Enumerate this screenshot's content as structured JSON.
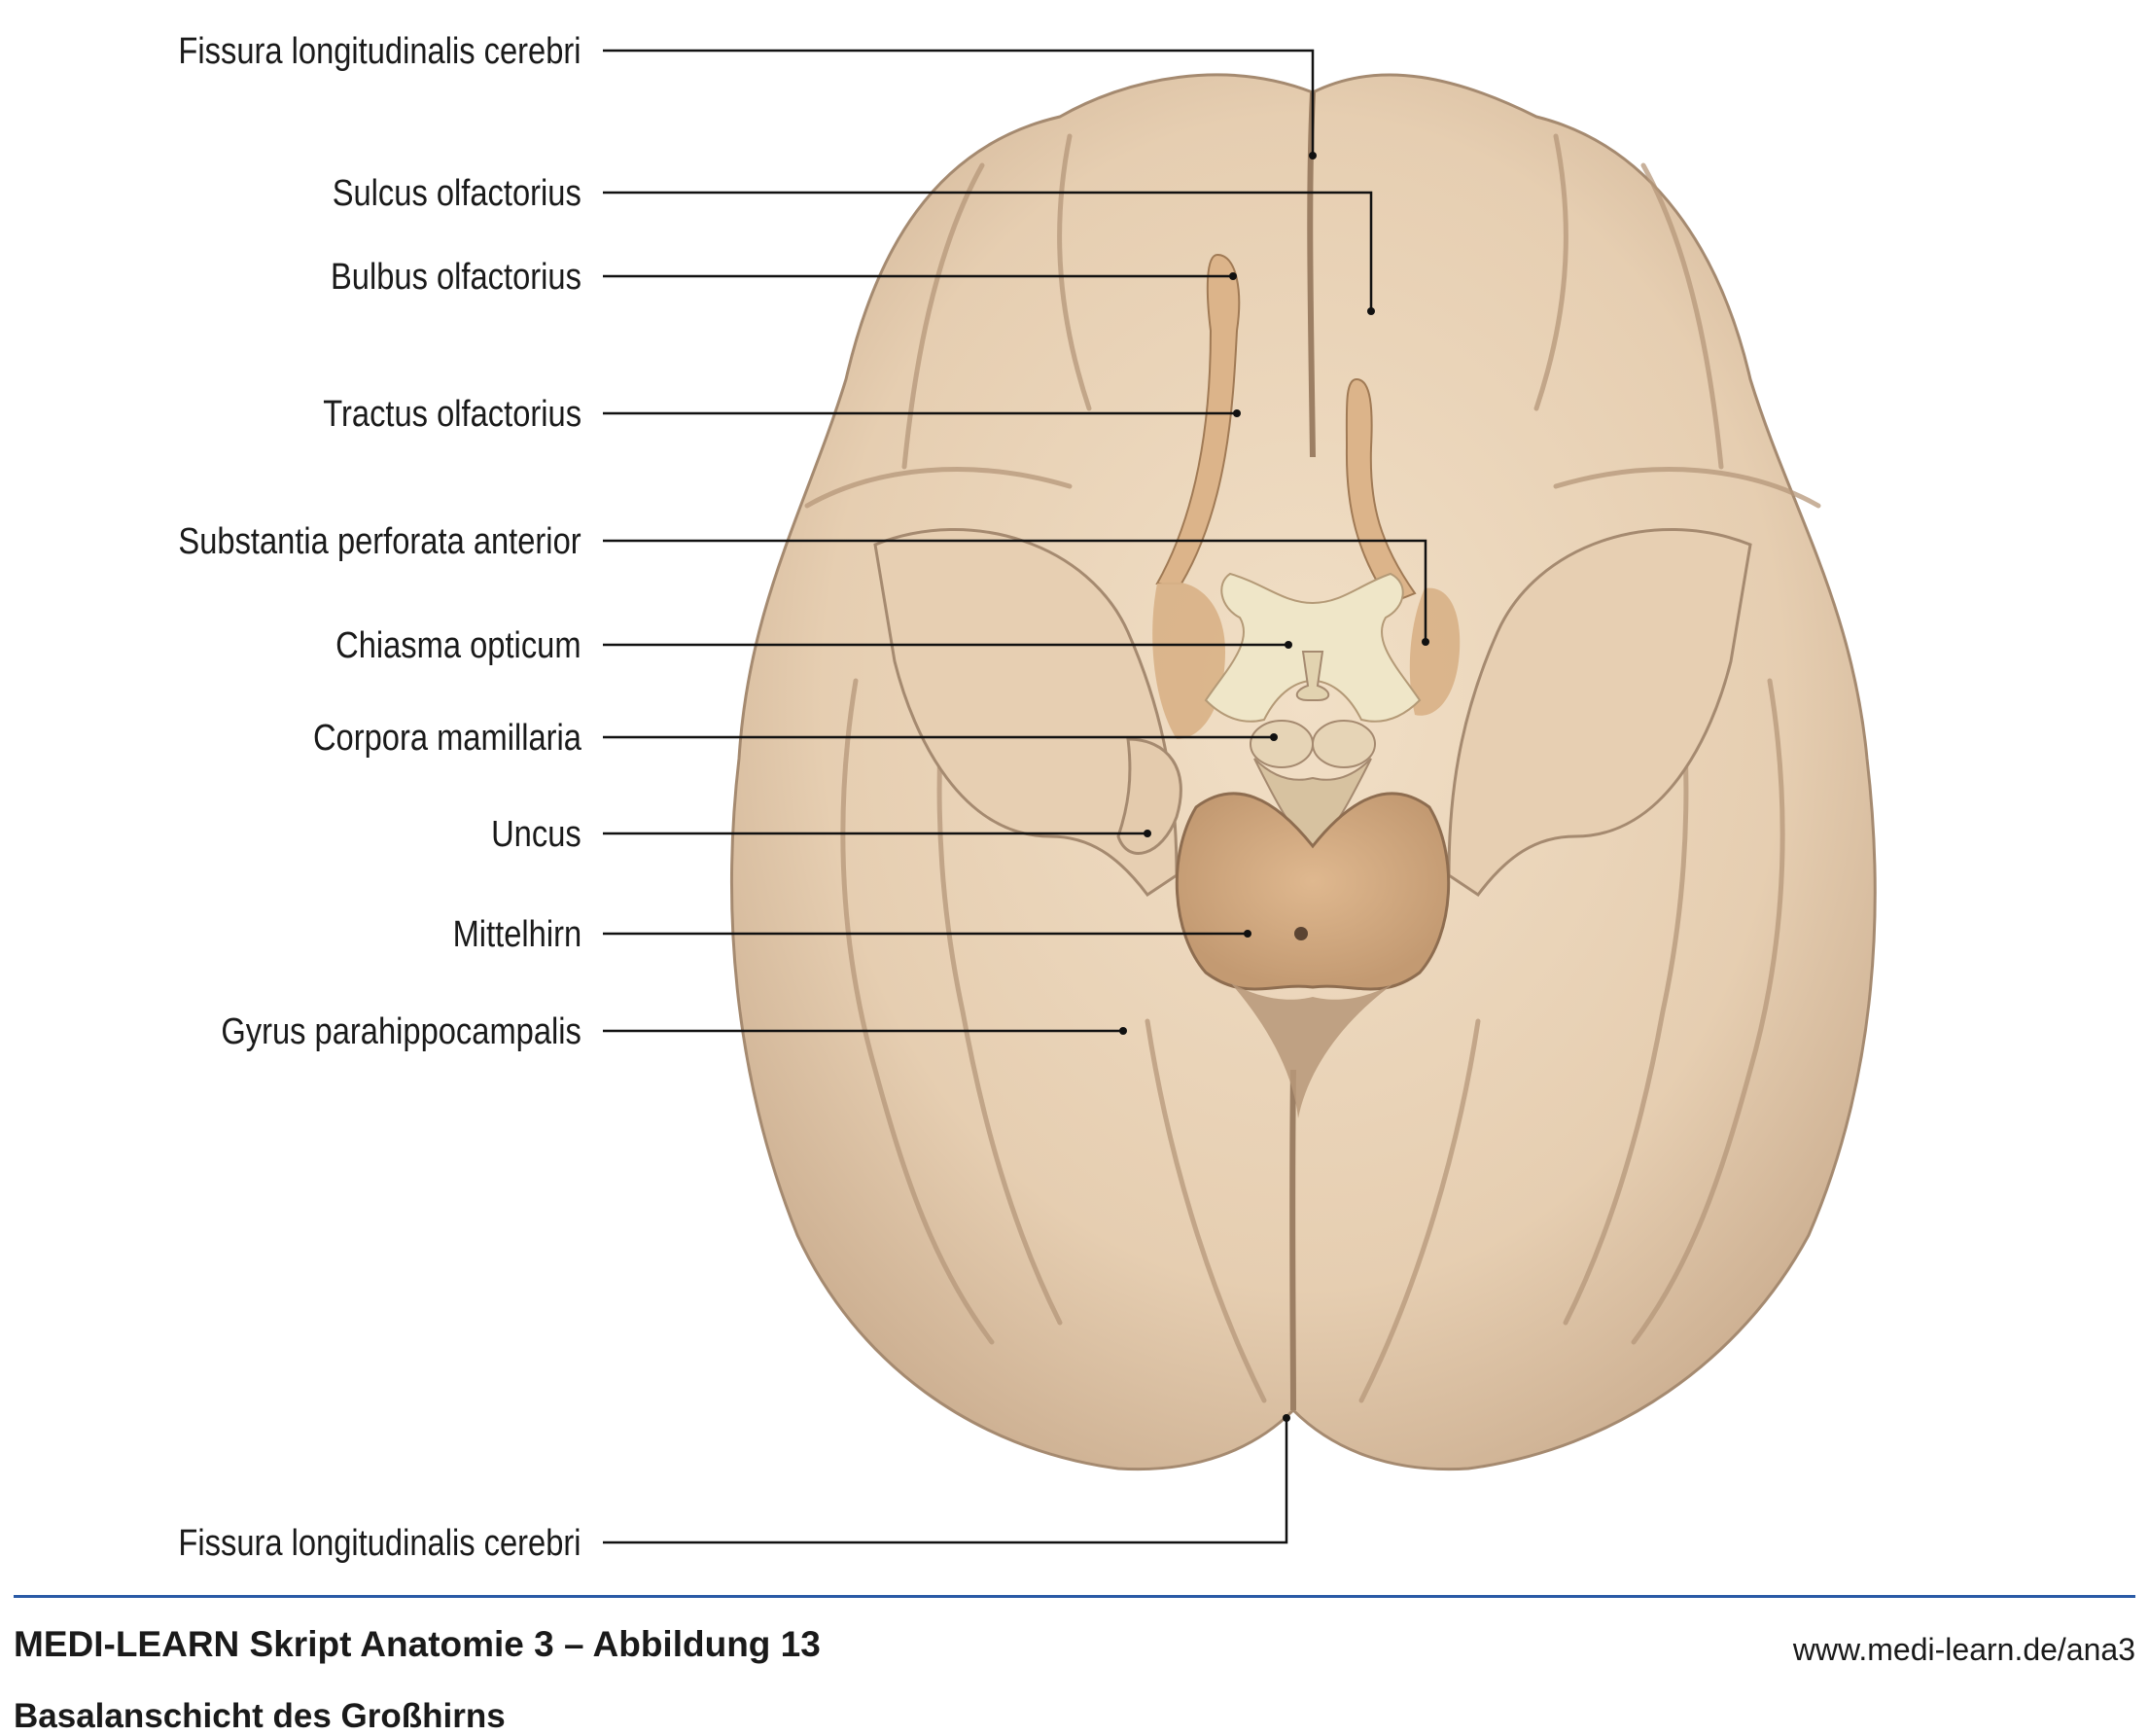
{
  "labels": [
    {
      "id": "fissura-top",
      "text": "Fissura longitudinalis cerebri"
    },
    {
      "id": "sulcus-olfactorius",
      "text": "Sulcus olfactorius"
    },
    {
      "id": "bulbus-olfactorius",
      "text": "Bulbus olfactorius"
    },
    {
      "id": "tractus-olfactorius",
      "text": "Tractus olfactorius"
    },
    {
      "id": "substantia-perforata",
      "text": "Substantia perforata anterior"
    },
    {
      "id": "chiasma-opticum",
      "text": "Chiasma opticum"
    },
    {
      "id": "corpora-mamillaria",
      "text": "Corpora mamillaria"
    },
    {
      "id": "uncus",
      "text": "Uncus"
    },
    {
      "id": "mittelhirn",
      "text": "Mittelhirn"
    },
    {
      "id": "gyrus-parahippocampalis",
      "text": "Gyrus parahippocampalis"
    },
    {
      "id": "fissura-bottom",
      "text": "Fissura longitudinalis cerebri"
    }
  ],
  "footer": {
    "title": "MEDI-LEARN Skript Anatomie 3 – Abbildung 13",
    "subtitle": "Basalanschicht des Großhirns",
    "url": "www.medi-learn.de/ana3"
  },
  "colors": {
    "brain": "#e9d3b8",
    "brain_shadow": "#b99a7c",
    "olfactory": "#dcb48a",
    "chiasma": "#efe6c8",
    "midbrain": "#d4ab84",
    "leader": "#111111",
    "rule": "#2a5aa6"
  }
}
